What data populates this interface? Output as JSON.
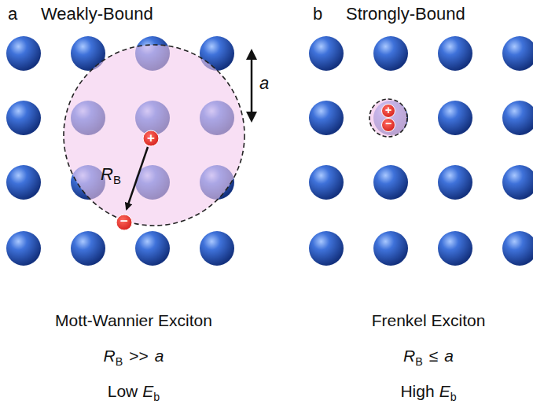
{
  "diagram": {
    "labels": [
      "a",
      "Weakly-Bound",
      "b",
      "Strongly-Bound",
      "a",
      "R",
      "B",
      "+",
      "−",
      "+",
      "−",
      "Mott-Wannier Exciton",
      "R",
      "B",
      ">>",
      "a",
      "Low",
      "E",
      "b",
      "Frenkel Exciton",
      "R",
      "B",
      "≤",
      "a",
      "High",
      "E",
      "b"
    ]
  }
}
